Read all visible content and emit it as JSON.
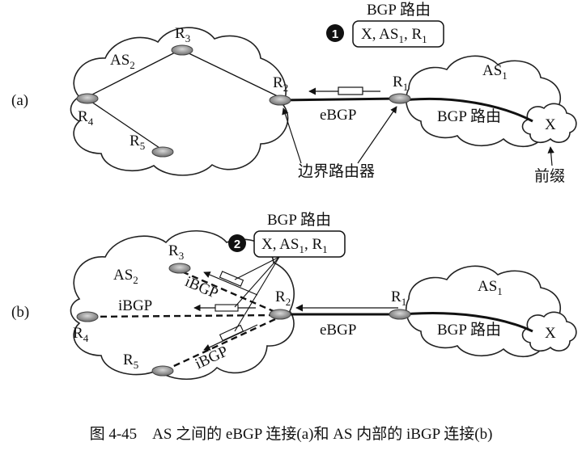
{
  "panel_a": {
    "tag": "(a)",
    "as_left": "AS",
    "as_left_sub": "2",
    "as_right": "AS",
    "as_right_sub": "1",
    "r1": "R",
    "r1_sub": "1",
    "r2": "R",
    "r2_sub": "2",
    "r3": "R",
    "r3_sub": "3",
    "r4": "R",
    "r4_sub": "4",
    "r5": "R",
    "r5_sub": "5",
    "ebgp": "eBGP",
    "route_title": "BGP 路由",
    "route_box_a": "X, AS",
    "route_box_a_sub": "1",
    "route_box_b": ", R",
    "route_box_b_sub": "1",
    "step": "1",
    "bgp_route_label": "BGP 路由",
    "prefix_x": "X",
    "border_router_label": "边界路由器",
    "prefix_label": "前缀"
  },
  "panel_b": {
    "tag": "(b)",
    "as_left": "AS",
    "as_left_sub": "2",
    "as_right": "AS",
    "as_right_sub": "1",
    "r1": "R",
    "r1_sub": "1",
    "r2": "R",
    "r2_sub": "2",
    "r3": "R",
    "r3_sub": "3",
    "r4": "R",
    "r4_sub": "4",
    "r5": "R",
    "r5_sub": "5",
    "ebgp": "eBGP",
    "ibgp_top": "iBGP",
    "ibgp_mid": "iBGP",
    "ibgp_bot": "iBGP",
    "route_title": "BGP 路由",
    "route_box_a": "X, AS",
    "route_box_a_sub": "1",
    "route_box_b": ", R",
    "route_box_b_sub": "1",
    "step": "2",
    "bgp_route_label": "BGP 路由",
    "prefix_x": "X"
  },
  "caption": "图 4-45　AS 之间的 eBGP 连接(a)和 AS 内部的 iBGP 连接(b)"
}
